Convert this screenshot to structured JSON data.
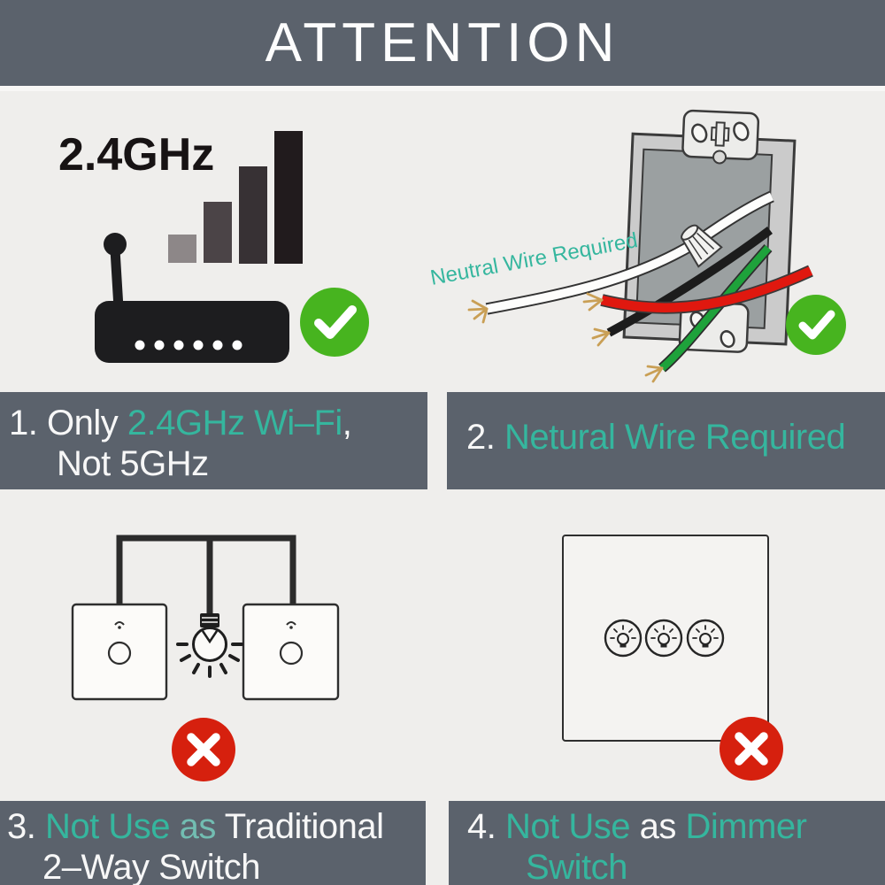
{
  "banner": {
    "title": "ATTENTION"
  },
  "colors": {
    "slate": "#5b626c",
    "page_bg": "#efeeec",
    "teal": "#35b69e",
    "teal_muted": "#72bdb2",
    "white_text": "#f7f7f7",
    "green": "#47b41f",
    "red": "#d6200e",
    "ink": "#1d1d1f"
  },
  "icons": {
    "check_icon": "white check in green circle",
    "cross_icon": "white cross in red circle",
    "router_icon": "black wifi router with antenna",
    "signal_bars_icon": "4 rising signal bars",
    "junction_box_icon": "wall box with white, black, red and green wires",
    "light_bulb_icon": "hanging light bulb",
    "touch_switch_icon": "square touch switch panel",
    "dimmer_icon": "panel with three bulb dials"
  },
  "quadrants": {
    "wifi": {
      "heading": "2.4GHz",
      "status": "allowed"
    },
    "neutral_wire": {
      "wire_label": "Neutral Wire Required",
      "status": "allowed"
    },
    "two_way": {
      "status": "not-allowed"
    },
    "dimmer": {
      "status": "not-allowed"
    }
  },
  "captions": {
    "c1": {
      "num": "1. ",
      "pre": "Only ",
      "highlight": "2.4GHz Wi–Fi",
      "post": ",",
      "line2": "Not 5GHz"
    },
    "c2": {
      "num": "2. ",
      "highlight": "Netural Wire Required"
    },
    "c3": {
      "num": "3. ",
      "highlight": "Not Use",
      "mid": " as ",
      "rest": "Traditional",
      "line2": "2–Way Switch"
    },
    "c4": {
      "num": "4. ",
      "highlight": "Not Use",
      "mid": " as ",
      "highlight2": "Dimmer",
      "line2": "Switch"
    }
  }
}
